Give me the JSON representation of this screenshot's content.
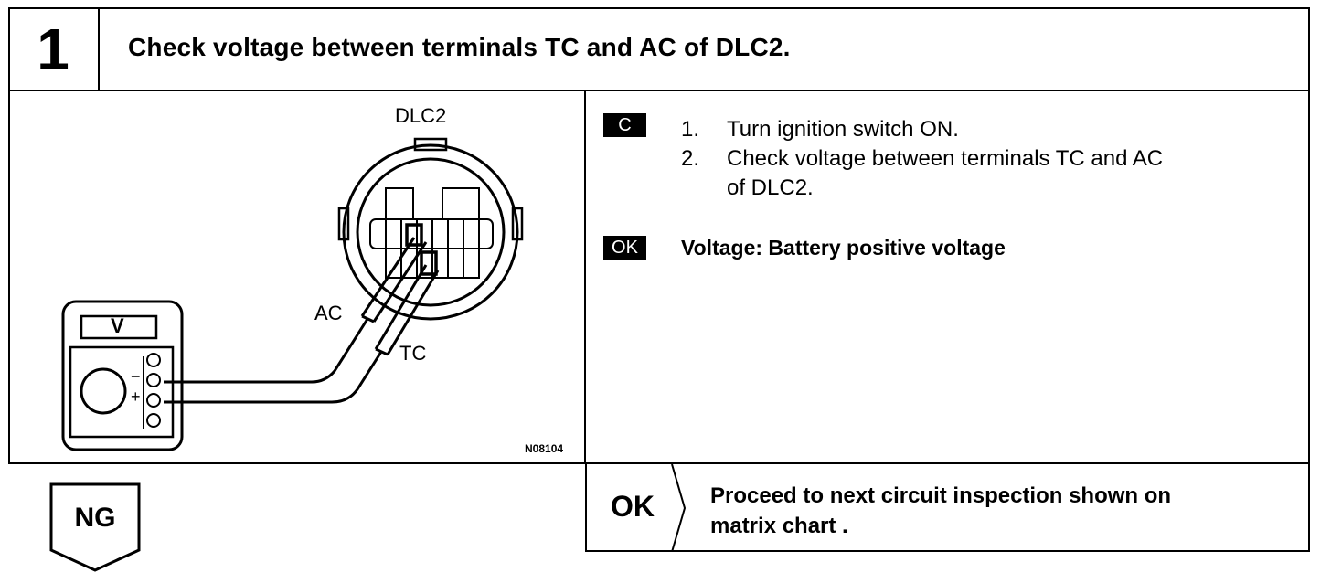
{
  "step": {
    "number": "1",
    "title": "Check voltage between terminals TC and AC of DLC2."
  },
  "illustration": {
    "connector_label": "DLC2",
    "ac_label": "AC",
    "tc_label": "TC",
    "meter_unit": "V",
    "minus_sign": "−",
    "plus_sign": "+",
    "figure_code": "N08104"
  },
  "instructions": {
    "tag_c": "C",
    "steps": [
      {
        "num": "1.",
        "text": "Turn ignition switch ON."
      },
      {
        "num": "2.",
        "text": "Check voltage between terminals TC and AC"
      }
    ],
    "step2_continuation": "of DLC2.",
    "tag_ok": "OK",
    "spec": "Voltage:  Battery positive voltage"
  },
  "result_ok": {
    "label": "OK",
    "text_line1": "Proceed to next circuit inspection shown on",
    "text_line2": "matrix chart ."
  },
  "result_ng": {
    "label": "NG"
  }
}
